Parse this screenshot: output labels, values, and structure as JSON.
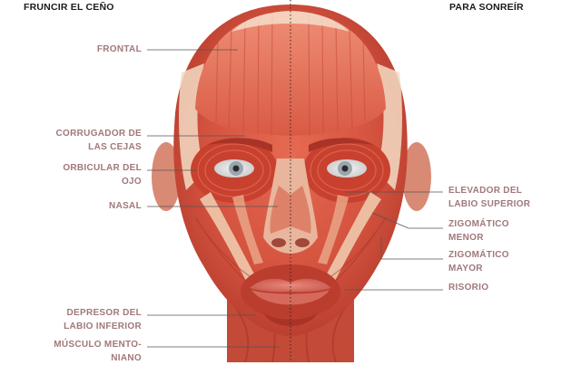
{
  "headings": {
    "left": "FRUNCIR EL CEÑO",
    "right": "PARA SONREÍR"
  },
  "labels_left": [
    {
      "id": "frontal",
      "lines": [
        "FRONTAL"
      ]
    },
    {
      "id": "corrugador",
      "lines": [
        "CORRUGADOR DE",
        "LAS CEJAS"
      ]
    },
    {
      "id": "orbicular",
      "lines": [
        "ORBICULAR DEL",
        "OJO"
      ]
    },
    {
      "id": "nasal",
      "lines": [
        "NASAL"
      ]
    },
    {
      "id": "depresor",
      "lines": [
        "DEPRESOR DEL",
        "LABIO INFERIOR"
      ]
    },
    {
      "id": "mentoniano",
      "lines": [
        "MÚSCULO MENTO-",
        "NIANO"
      ]
    }
  ],
  "labels_right": [
    {
      "id": "elevador",
      "lines": [
        "ELEVADOR DEL",
        "LABIO SUPERIOR"
      ]
    },
    {
      "id": "zigomatico-menor",
      "lines": [
        "ZIGOMÁTICO",
        "MENOR"
      ]
    },
    {
      "id": "zigomatico-mayor",
      "lines": [
        "ZIGOMÁTICO",
        "MAYOR"
      ]
    },
    {
      "id": "risorio",
      "lines": [
        "RISORIO"
      ]
    }
  ],
  "colors": {
    "label": "#a0787a",
    "heading": "#1a1a1a",
    "muscle_dark": "#b8382c",
    "muscle_mid": "#d4533f",
    "muscle_light": "#ef8f76",
    "tendon": "#f3dcc4",
    "skin": "#d88a72"
  }
}
